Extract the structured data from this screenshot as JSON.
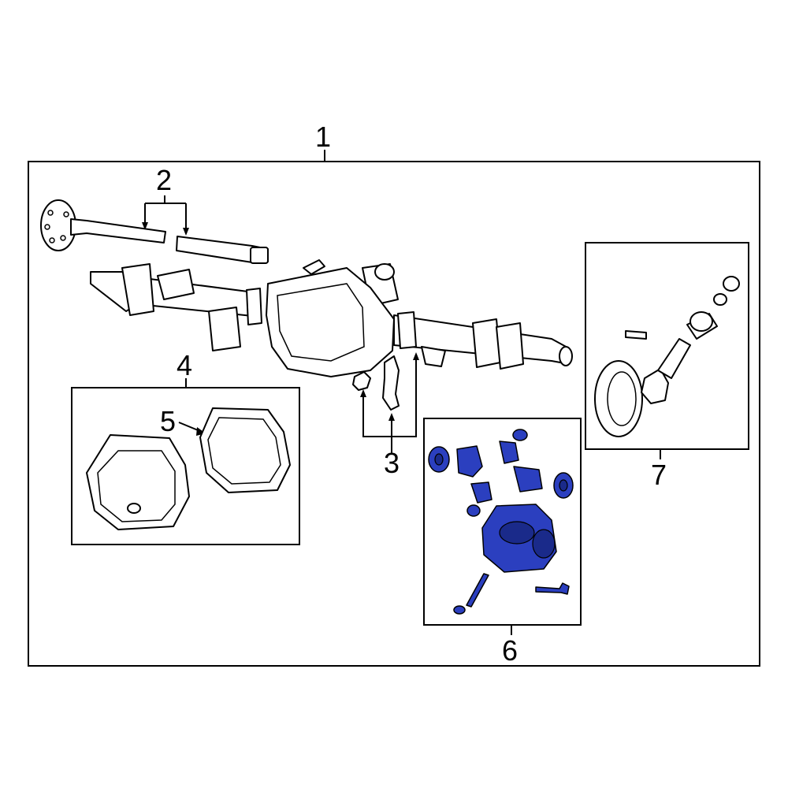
{
  "callouts": {
    "c1": "1",
    "c2": "2",
    "c3": "3",
    "c4": "4",
    "c5": "5",
    "c6": "6",
    "c7": "7"
  },
  "colors": {
    "highlight": "#2b3fbf",
    "line": "#000000",
    "background": "#ffffff"
  }
}
